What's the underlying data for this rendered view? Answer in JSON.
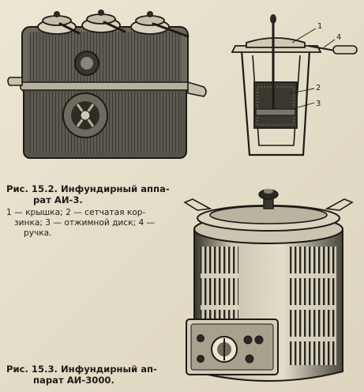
{
  "figure_15_2": {
    "caption_title_line1": "Рис. 15.2. Инфундирный аппа-",
    "caption_title_line2": "рат АИ-3.",
    "legend_line1": "1 — крышка; 2 — сетчатая кор-",
    "legend_line2": "зинка; 3 — отжимной диск; 4 —",
    "legend_line3": "ручка.",
    "callouts": [
      "1",
      "2",
      "3",
      "4"
    ]
  },
  "figure_15_3": {
    "caption_title_line1": "Рис. 15.3. Инфундирный ап-",
    "caption_title_line2": "парат АИ-3000."
  }
}
